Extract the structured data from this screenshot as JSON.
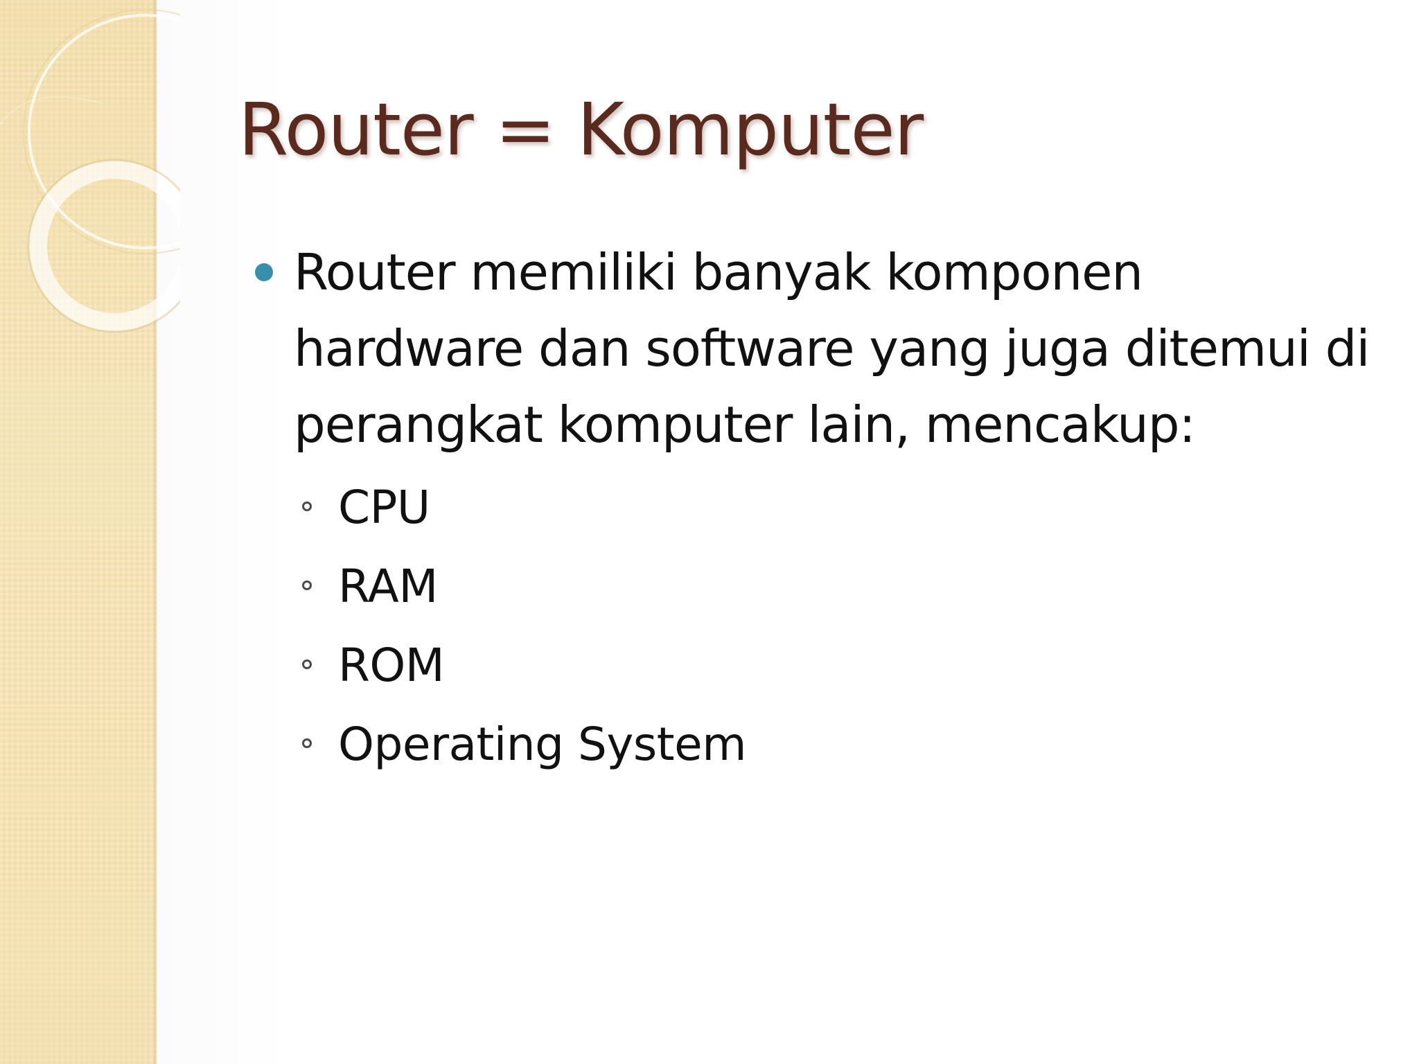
{
  "slide": {
    "title": "Router = Komputer",
    "bullet": {
      "text": "Router memiliki banyak komponen hardware dan software yang juga ditemui di perangkat komputer lain, mencakup:"
    },
    "subitems": [
      "CPU",
      "RAM",
      "ROM",
      "Operating System"
    ]
  },
  "colors": {
    "title": "#5a2a1e",
    "bullet_dot": "#3a8fa8",
    "side_panel": "#f4e2b3",
    "body_text": "#111111"
  },
  "icons": {
    "bullet": "filled-circle-bullet-icon",
    "sub_bullet": "hollow-circle-bullet-icon"
  }
}
